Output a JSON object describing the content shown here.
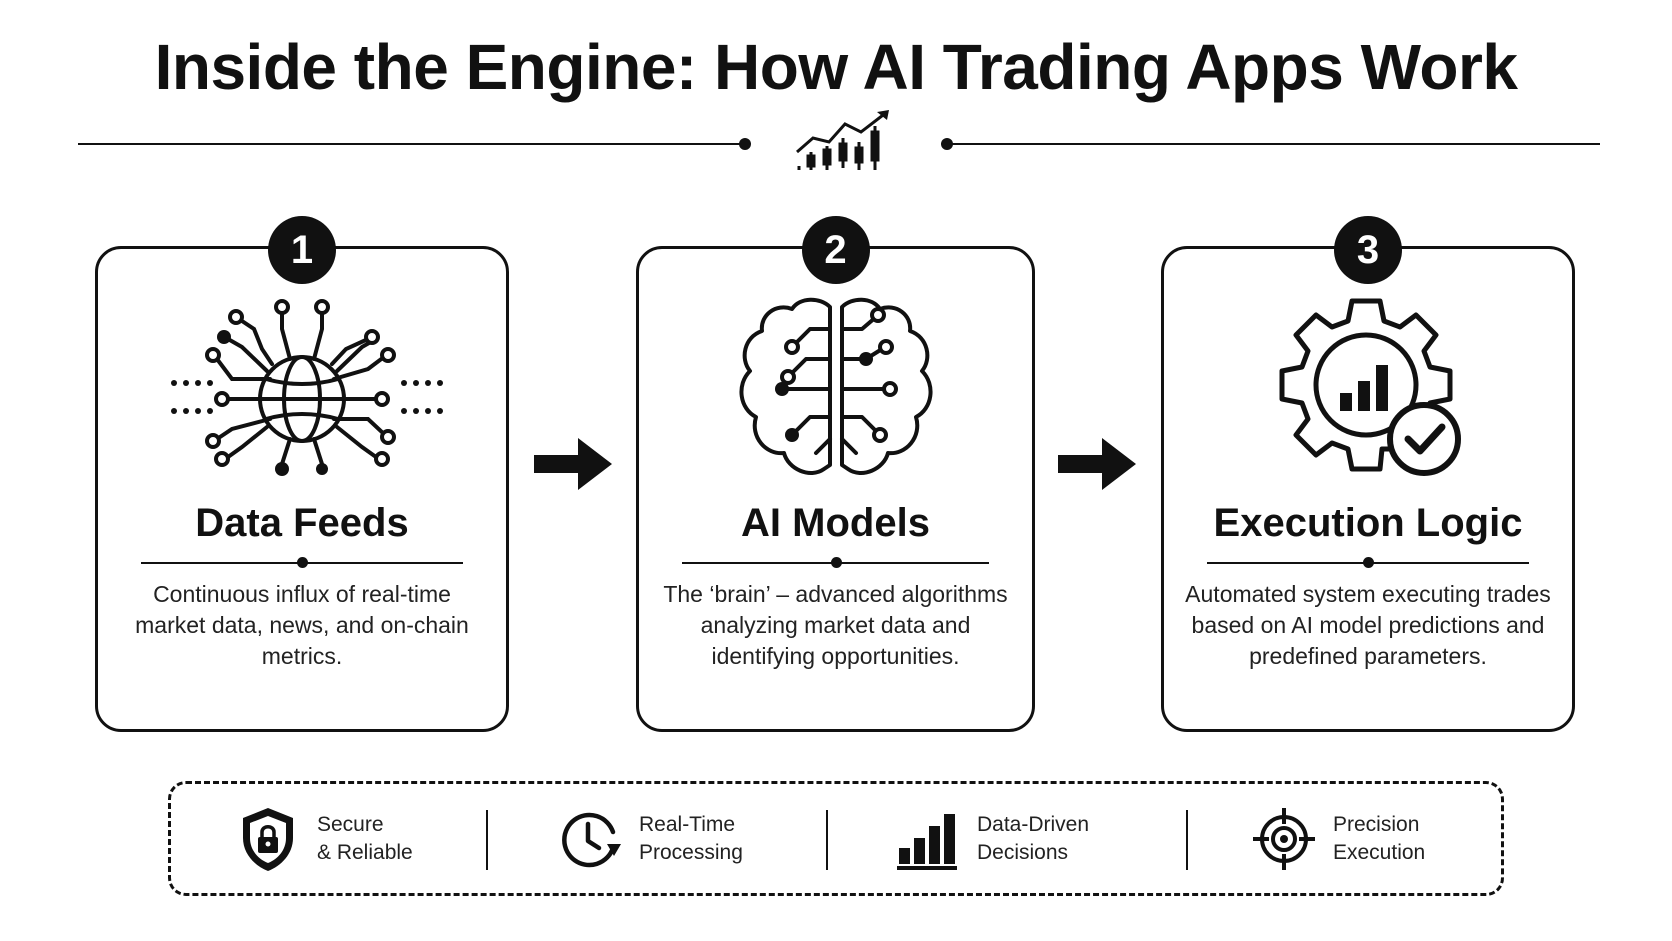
{
  "title": "Inside the Engine: How AI Trading Apps Work",
  "steps": [
    {
      "number": "1",
      "icon": "globe-network-icon",
      "title": "Data Feeds",
      "description": "Continuous influx of real-time market data, news, and on-chain metrics."
    },
    {
      "number": "2",
      "icon": "brain-circuit-icon",
      "title": "AI Models",
      "description": "The ‘brain’ – advanced algorithms analyzing market data and identifying opportunities."
    },
    {
      "number": "3",
      "icon": "gear-chart-check-icon",
      "title": "Execution Logic",
      "description": "Automated system executing trades based on AI model predictions and predefined parameters."
    }
  ],
  "features": [
    {
      "icon": "shield-lock-icon",
      "line1": "Secure",
      "line2": "& Reliable"
    },
    {
      "icon": "clock-refresh-icon",
      "line1": "Real-Time",
      "line2": "Processing"
    },
    {
      "icon": "bar-chart-icon",
      "line1": "Data-Driven",
      "line2": "Decisions"
    },
    {
      "icon": "crosshair-icon",
      "line1": "Precision",
      "line2": "Execution"
    }
  ],
  "colors": {
    "ink": "#111111",
    "background": "#ffffff"
  }
}
